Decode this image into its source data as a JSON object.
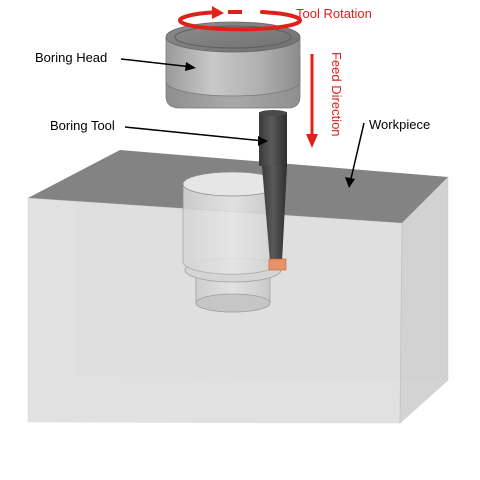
{
  "labels": {
    "boring_head": "Boring Head",
    "boring_tool": "Boring Tool",
    "workpiece": "Workpiece",
    "tool_rotation": "Tool Rotation",
    "feed_direction": "Feed Direction"
  },
  "colors": {
    "annotation_red": "#e0201a",
    "label_black": "#000000",
    "cutting_insert": "#e8926a",
    "workpiece_top": "#7a7a7a",
    "workpiece_front": "#d6d6d6"
  },
  "icons": {
    "rotation": "circular-arrow-icon",
    "feed": "down-arrow-icon"
  }
}
